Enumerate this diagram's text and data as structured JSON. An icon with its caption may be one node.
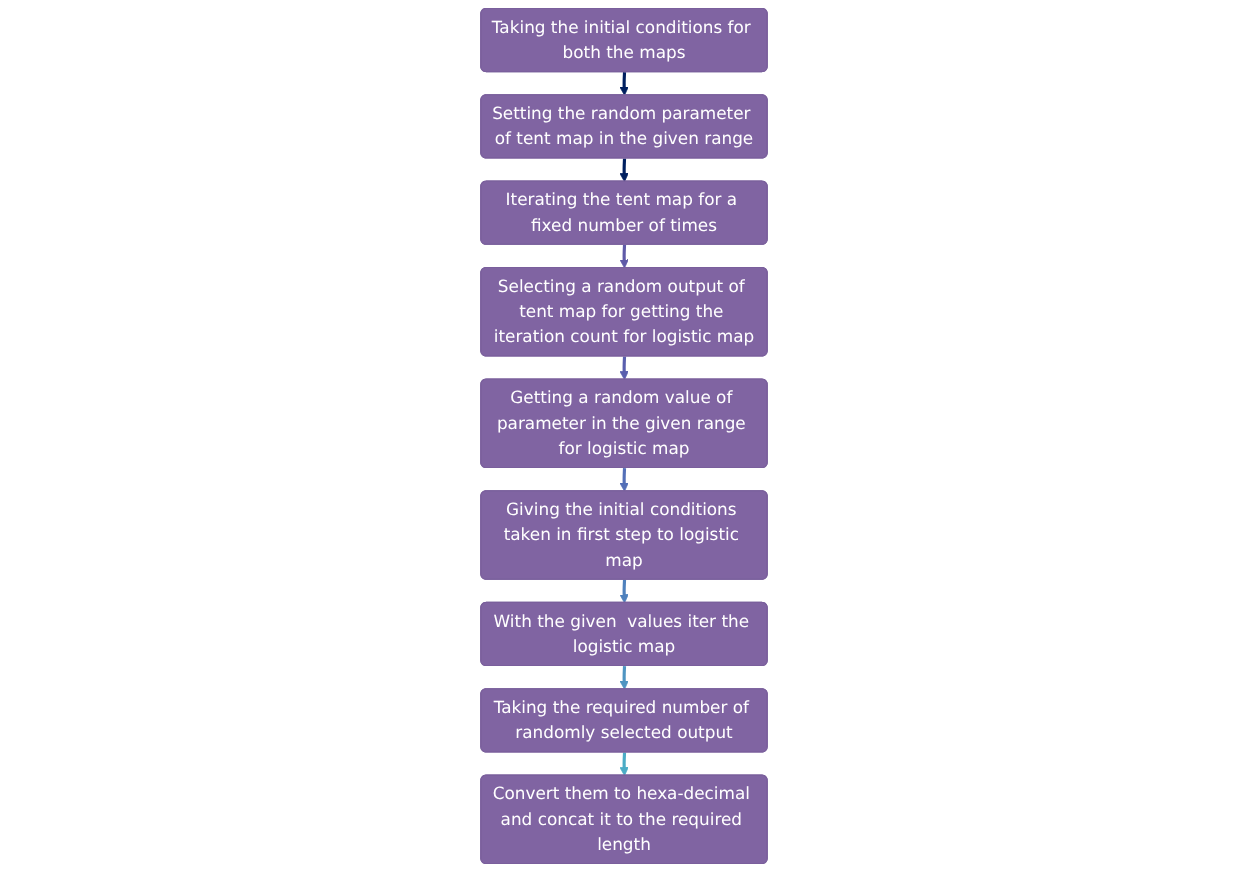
{
  "diagram": {
    "nodes": [
      {
        "text": [
          "Taking the initial conditions for both the maps"
        ]
      },
      {
        "text": [
          "Setting the random parameter of tent map in the given range"
        ]
      },
      {
        "text": [
          "Iterating the tent map for a fixed number of times"
        ]
      },
      {
        "text": [
          "Selecting a random output of tent map for getting the iteration count for logistic map"
        ]
      },
      {
        "text": [
          "Getting a random value of parameter in the given range for logistic map"
        ]
      },
      {
        "text": [
          "Giving the initial conditions taken in first step to logistic map"
        ]
      },
      {
        "text": [
          "With the given  values iter the logistic map"
        ]
      },
      {
        "text": [
          "Taking the required number of randomly selected output"
        ]
      },
      {
        "text": [
          "Convert them to hexa-decimal and concat it to the required length"
        ]
      }
    ],
    "edges": [
      {
        "from": 0,
        "to": 1,
        "arrow": "to",
        "color": "#002060"
      },
      {
        "from": 1,
        "to": 2,
        "arrow": "to",
        "color": "#002060"
      },
      {
        "from": 2,
        "to": 3,
        "arrow": "to",
        "color": "#5f5aa8"
      },
      {
        "from": 3,
        "to": 4,
        "arrow": "to",
        "color": "#5a5fae"
      },
      {
        "from": 4,
        "to": 5,
        "arrow": "to",
        "color": "#5470b8"
      },
      {
        "from": 5,
        "to": 6,
        "arrow": "to",
        "color": "#4f81bd"
      },
      {
        "from": 6,
        "to": 7,
        "arrow": "to",
        "color": "#4f95c2"
      },
      {
        "from": 7,
        "to": 8,
        "arrow": "to",
        "color": "#4bacc6"
      }
    ]
  }
}
